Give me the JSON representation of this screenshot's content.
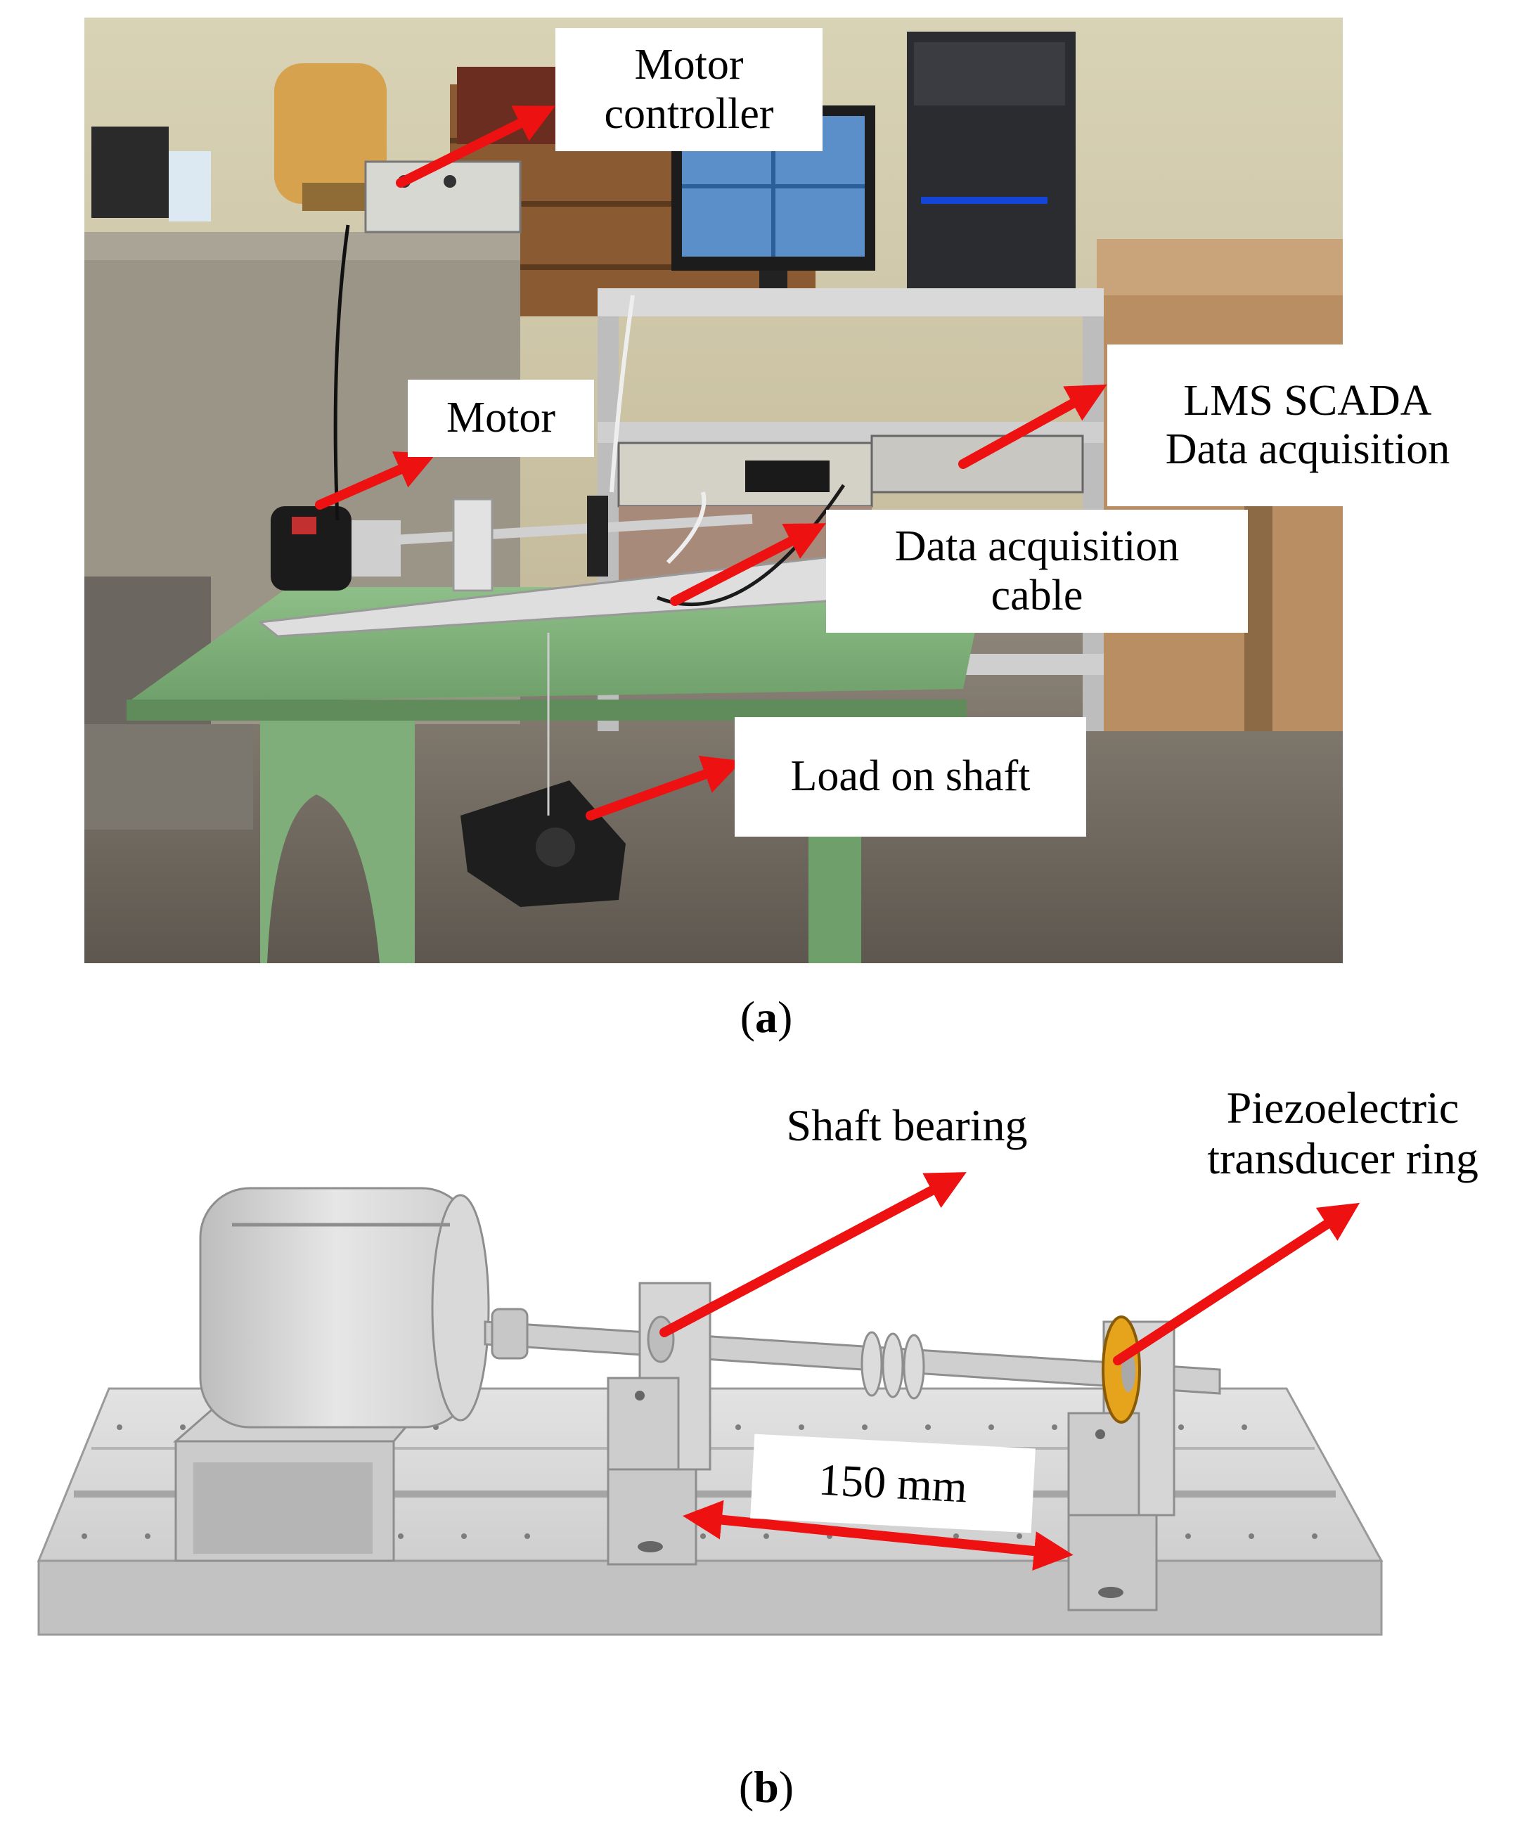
{
  "panel_a": {
    "caption_letter": "a",
    "labels": {
      "motor_controller": "Motor\ncontroller",
      "motor": "Motor",
      "lms_scada": "LMS SCADA\nData acquisition",
      "daq_cable": "Data acquisition\ncable",
      "load_on_shaft": "Load on shaft"
    }
  },
  "panel_b": {
    "caption_letter": "b",
    "labels": {
      "shaft_bearing": "Shaft bearing",
      "piezo_ring": "Piezoelectric\ntransducer ring",
      "distance": "150 mm"
    }
  },
  "colors": {
    "arrow": "#ee1111",
    "table_green": "#7fae7a",
    "concrete": "#9b9588",
    "model_gray": "#d4d4d4",
    "piezo_yellow": "#e6a31c"
  }
}
